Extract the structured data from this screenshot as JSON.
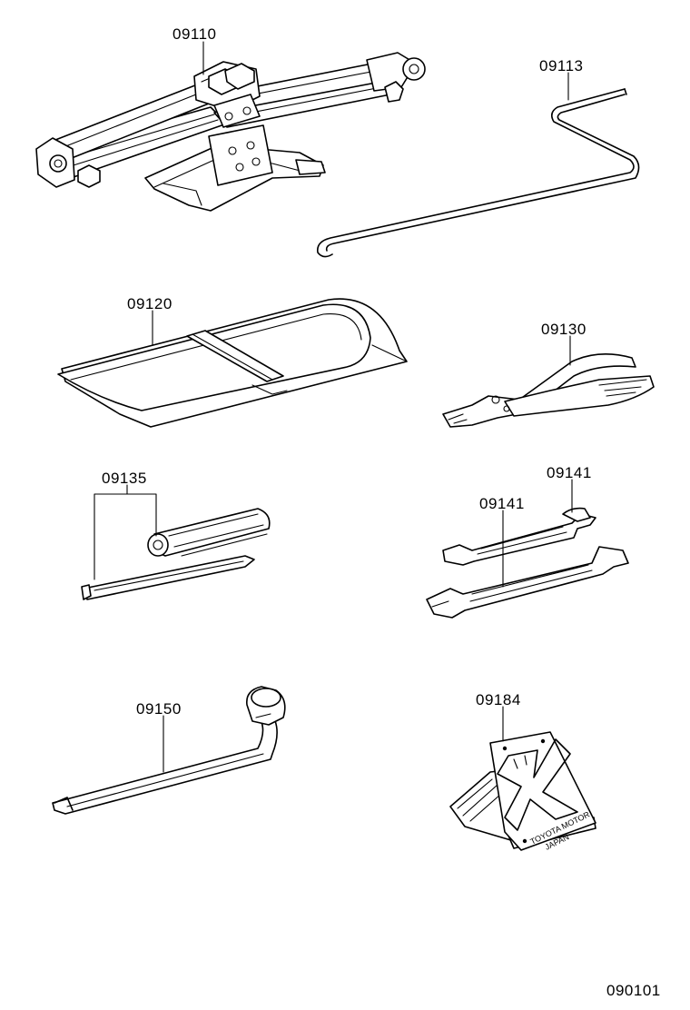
{
  "diagram": {
    "parts": [
      {
        "id": "jack",
        "number": "09110"
      },
      {
        "id": "jack-handle",
        "number": "09113"
      },
      {
        "id": "tool-bag",
        "number": "09120"
      },
      {
        "id": "pliers",
        "number": "09130"
      },
      {
        "id": "screwdriver",
        "number": "09135"
      },
      {
        "id": "wrench-small",
        "number": "09141"
      },
      {
        "id": "wrench-large",
        "number": "09141"
      },
      {
        "id": "lug-wrench",
        "number": "09150"
      },
      {
        "id": "wheel-chock",
        "number": "09184"
      }
    ],
    "chock_plate_text": [
      "TOYOTA MOTOR",
      "JAPAN"
    ],
    "figure_code": "090101"
  }
}
